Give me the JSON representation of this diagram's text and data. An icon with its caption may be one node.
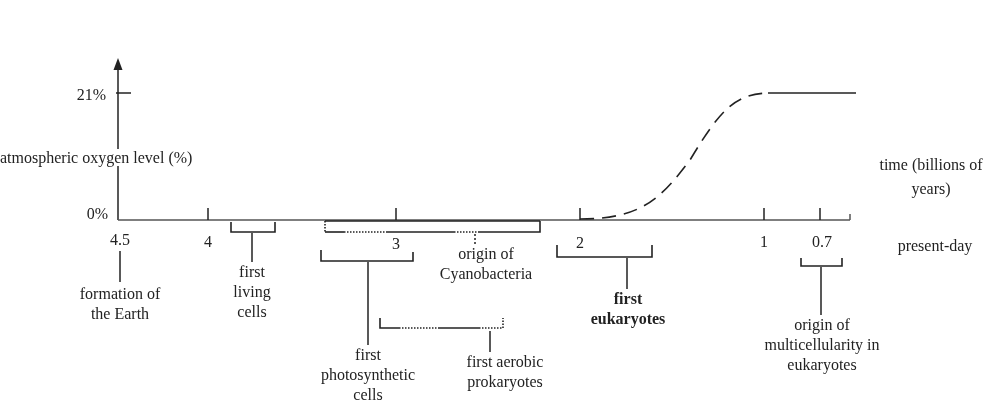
{
  "diagram": {
    "nodes": [
      {
        "text": [
          "formation of the Earth"
        ]
      },
      {
        "text": [
          "first living cells"
        ]
      },
      {
        "text": [],
        "shape": "bracket"
      },
      {
        "text": [
          "first photosynthetic cells"
        ]
      },
      {
        "text": [],
        "shape": "bracket"
      },
      {
        "text": [
          "origin of Cyanobacteria"
        ]
      },
      {
        "text": [],
        "shape": "bracket"
      },
      {
        "text": [
          "first aerobic prokaryotes"
        ]
      },
      {
        "text": [],
        "shape": "bracket"
      },
      {
        "text": [
          "first eukaryotes"
        ]
      },
      {
        "text": [],
        "shape": "bracket"
      },
      {
        "text": [
          "origin of multicellularity in eukaryotes"
        ]
      },
      {
        "text": [],
        "shape": "bracket"
      },
      {
        "text": [
          "4.5"
        ]
      }
    ],
    "edges": [
      {
        "from": 0,
        "to": 13,
        "arrow": "none"
      },
      {
        "from": 1,
        "to": 2,
        "arrow": "none"
      },
      {
        "from": 3,
        "to": 4,
        "arrow": "none"
      },
      {
        "from": 5,
        "to": 6,
        "arrow": "none",
        "style": "dashed"
      },
      {
        "from": 7,
        "to": 8,
        "arrow": "none"
      },
      {
        "from": 9,
        "to": 10,
        "arrow": "none"
      },
      {
        "from": 11,
        "to": 12,
        "arrow": "none"
      }
    ],
    "labels": [
      "21%",
      "atmospheric oxygen level (%)",
      "time (billions of years)",
      "0%",
      "4",
      "3",
      "2",
      "1",
      "0.7",
      "present-day"
    ]
  }
}
